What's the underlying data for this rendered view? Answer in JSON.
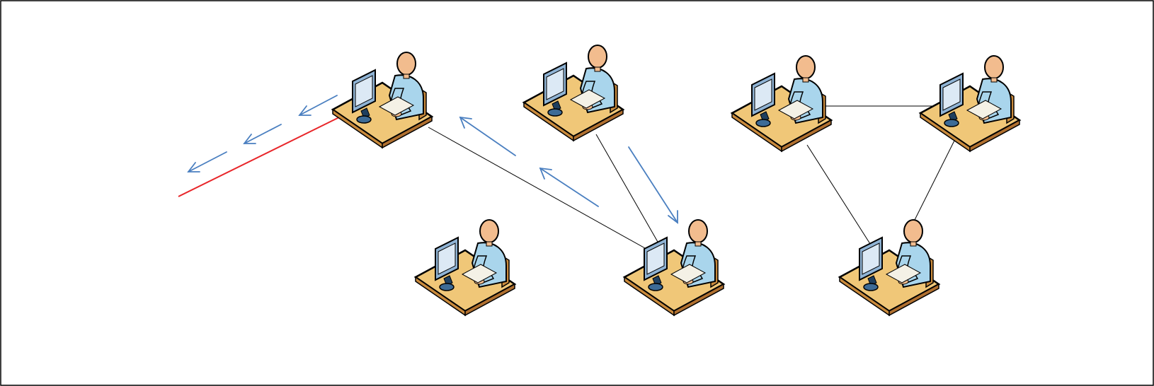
{
  "diagram": {
    "nodes": [
      {
        "id": "ws-top-left",
        "icon": "workstation-user-icon"
      },
      {
        "id": "ws-top-center",
        "icon": "workstation-user-icon"
      },
      {
        "id": "ws-bottom-left",
        "icon": "workstation-user-icon"
      },
      {
        "id": "ws-bottom-center",
        "icon": "workstation-user-icon"
      },
      {
        "id": "ws-cluster-left",
        "icon": "workstation-user-icon"
      },
      {
        "id": "ws-cluster-right",
        "icon": "workstation-user-icon"
      },
      {
        "id": "ws-cluster-bottom",
        "icon": "workstation-user-icon"
      }
    ],
    "connections": [
      {
        "from": "ws-top-left",
        "to": "ws-bottom-center"
      },
      {
        "from": "ws-top-center",
        "to": "ws-bottom-center"
      },
      {
        "from": "ws-cluster-left",
        "to": "ws-cluster-right"
      },
      {
        "from": "ws-cluster-left",
        "to": "ws-cluster-bottom"
      },
      {
        "from": "ws-cluster-right",
        "to": "ws-cluster-bottom"
      }
    ],
    "colors": {
      "frame": "#000000",
      "connection": "#000000",
      "broken_link": "#e8262a",
      "flow_arrow": "#4a7fc0",
      "desk_top": "#f0c778",
      "desk_edge": "#c98a3c",
      "shirt": "#a9d5ec",
      "skin": "#f2bc8e",
      "monitor": "#8fb3d4"
    }
  }
}
